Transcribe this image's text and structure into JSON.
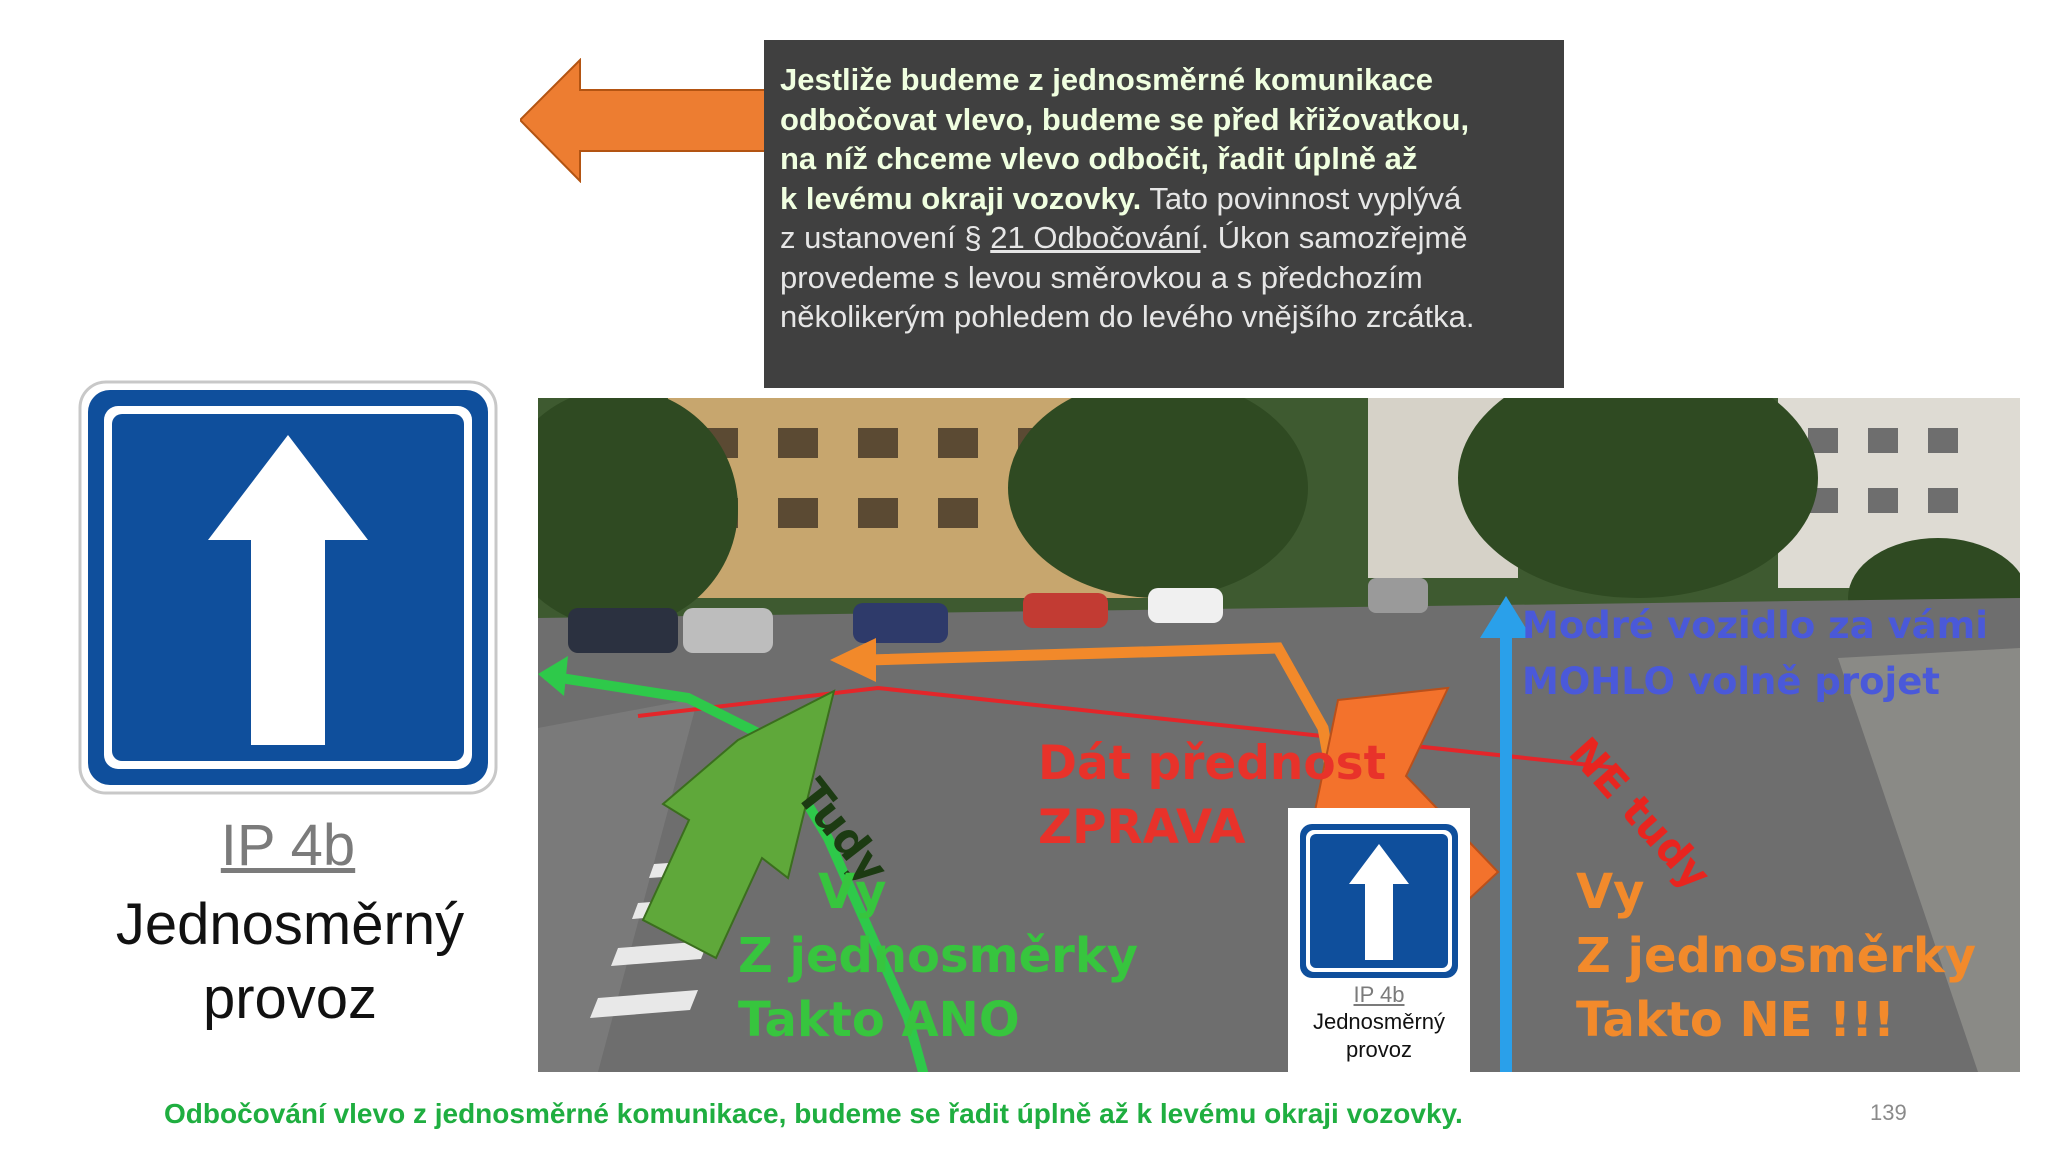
{
  "explanation": {
    "bold_line_1": "Jestliže budeme z jednosměrné komunikace",
    "bold_line_2": "odbočovat vlevo, budeme se před křižovatkou,",
    "bold_line_3": "na níž chceme vlevo odbočit, řadit úplně až",
    "bold_line_4": "k levému okraji vozovky.",
    "line_4_rest": " Tato povinnost vyplývá",
    "line_5_start": "z ustanovení § ",
    "line_5_link": "21 Odbočování",
    "line_5_end": ". Úkon samozřejmě",
    "line_6": "provedeme s levou směrovkou a s předchozím",
    "line_7": "několikerým pohledem do levého vnějšího zrcátka."
  },
  "large_sign": {
    "code": "IP 4b",
    "name_line_1": "Jednosměrný",
    "name_line_2": "provoz"
  },
  "photo_overlay": {
    "blue_line_1": "Modré vozidlo za vámi",
    "blue_line_2": "MOHLO volně projet",
    "red_line_1": "Dát přednost",
    "red_line_2": "ZPRAVA",
    "green_arrow_label": "Tudy",
    "orange_arrow_label": "NE tudy",
    "green_line_1": "Vy",
    "green_line_2": "Z jednosměrky",
    "green_line_3": "Takto ANO",
    "orange_line_1": "Vy",
    "orange_line_2": "Z jednosměrky",
    "orange_line_3": "Takto NE !!!"
  },
  "small_sign": {
    "code": "IP 4b",
    "name_line_1": "Jednosměrný",
    "name_line_2": "provoz"
  },
  "caption": "Odbočování vlevo z jednosměrné komunikace, budeme se řadit úplně až k levému okraji vozovky.",
  "page_number": "139",
  "colors": {
    "sign_blue": "#0f4f9c",
    "arrow_orange": "#ed7d31",
    "text_box_bg": "#404040",
    "caption_green": "#1fae40"
  }
}
